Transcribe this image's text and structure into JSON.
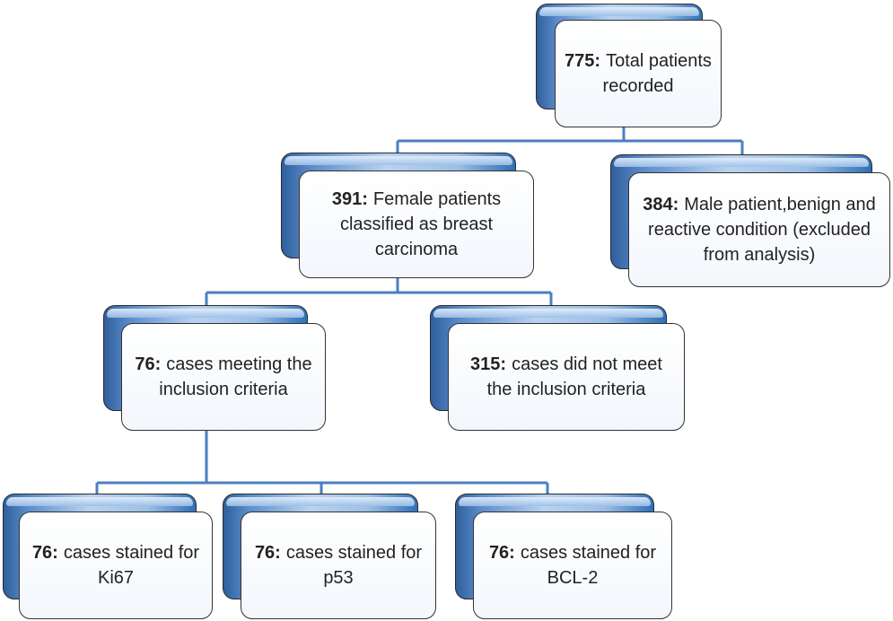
{
  "nodes": [
    {
      "id": "total",
      "count": "775:",
      "text": "Total patients recorded"
    },
    {
      "id": "female",
      "count": "391:",
      "text": "Female patients classified as breast carcinoma"
    },
    {
      "id": "excluded",
      "count": "384:",
      "text": "Male patient,benign and reactive condition (excluded from analysis)"
    },
    {
      "id": "meeting",
      "count": "76:",
      "text": "cases meeting the inclusion criteria"
    },
    {
      "id": "notmeet",
      "count": "315:",
      "text": "cases did not meet the inclusion criteria"
    },
    {
      "id": "ki67",
      "count": "76:",
      "text": "cases stained for Ki67"
    },
    {
      "id": "p53",
      "count": "76:",
      "text": "cases stained for p53"
    },
    {
      "id": "bcl2",
      "count": "76:",
      "text": "cases stained for BCL-2"
    }
  ],
  "colors": {
    "connector": "#4a7fc1",
    "card_back_dark": "#2f5f9c",
    "card_back_light": "#b9d3f0",
    "card_border": "#333333"
  }
}
